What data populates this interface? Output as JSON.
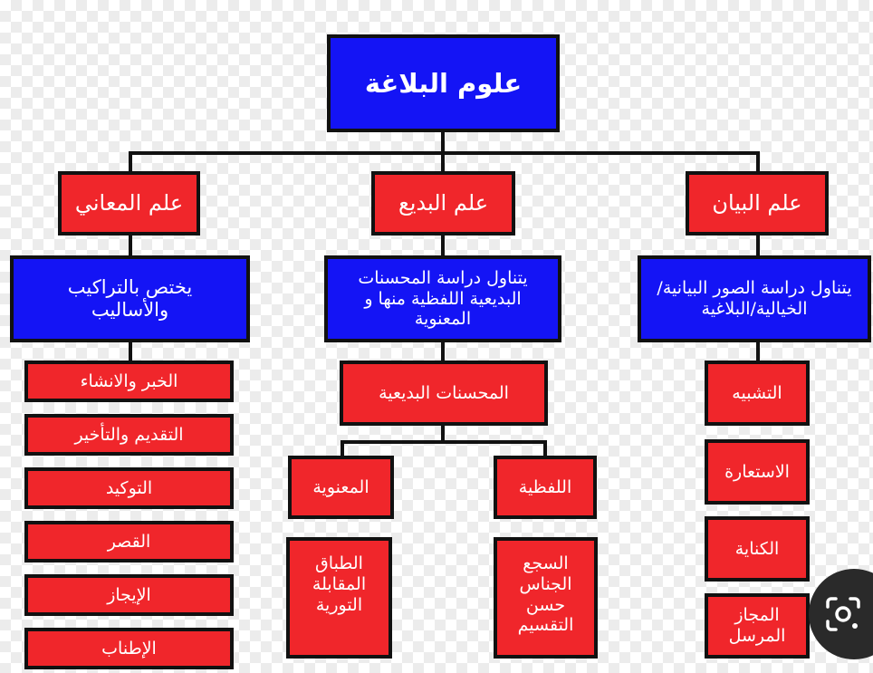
{
  "root": {
    "label": "علوم البلاغة"
  },
  "branches": {
    "maani": {
      "title": "علم المعاني",
      "description": "يختص بالتراكيب والأساليب",
      "items": [
        "الخبر والانشاء",
        "التقديم والتأخير",
        "التوكيد",
        "القصر",
        "الإيجاز",
        "الإطناب"
      ]
    },
    "badee": {
      "title": "علم البديع",
      "description": "يتناول دراسة المحسنات البديعية اللفظية منها و المعنوية",
      "sub_title": "المحسنات البديعية",
      "manawiya": {
        "title": "المعنوية",
        "items": [
          "الطباق",
          "المقابلة",
          "التورية"
        ]
      },
      "lafziya": {
        "title": "اللفظية",
        "items": [
          "السجع",
          "الجناس",
          "حسن التقسيم"
        ]
      }
    },
    "bayan": {
      "title": "علم البيان",
      "description": "يتناول دراسة الصور البيانية/الخيالية/البلاغية",
      "items": [
        "التشبيه",
        "الاستعارة",
        "الكناية",
        "المجاز المرسل"
      ]
    }
  },
  "colors": {
    "blue": "#1414f5",
    "red": "#f0262b",
    "border": "#111111"
  },
  "overlay_icon": "google-lens-icon"
}
